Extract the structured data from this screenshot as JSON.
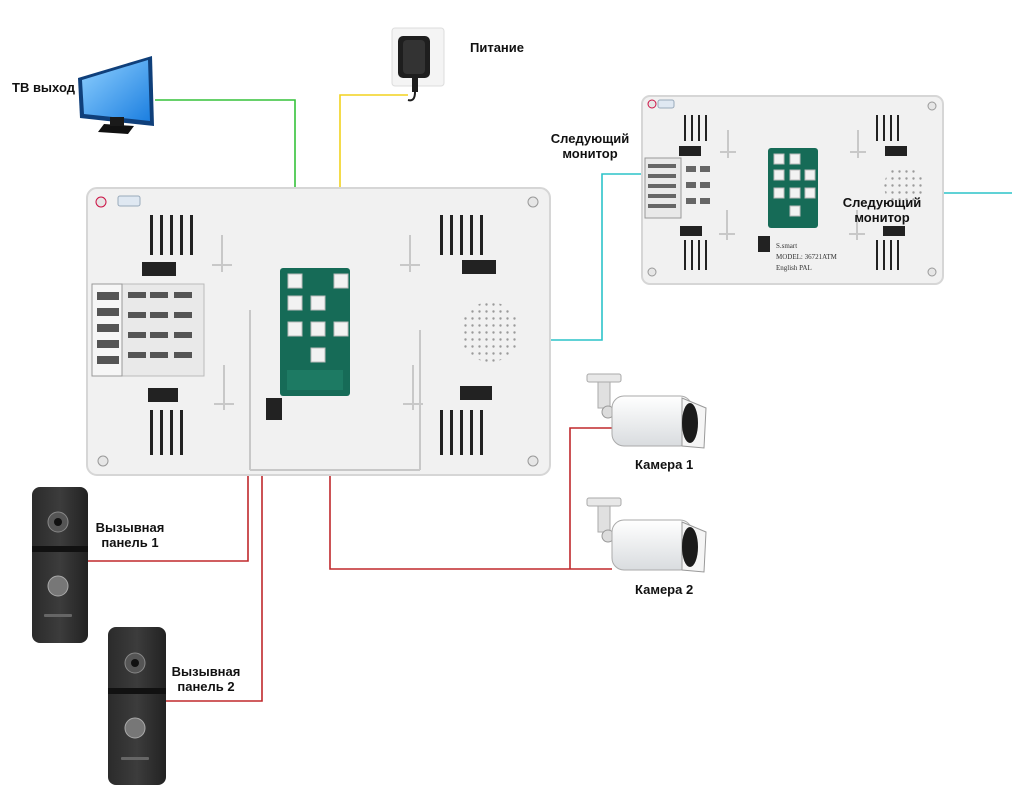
{
  "labels": {
    "tv_output": "ТВ выход",
    "power": "Питание",
    "next_monitor_left": {
      "line1": "Следующий",
      "line2": "монитор"
    },
    "next_monitor_right": {
      "line1": "Следующий",
      "line2": "монитор"
    },
    "camera1": "Камера 1",
    "camera2": "Камера 2",
    "call_panel1": {
      "line1": "Вызывная",
      "line2": "панель 1"
    },
    "call_panel2": {
      "line1": "Вызывная",
      "line2": "панель 2"
    }
  },
  "second_monitor_sticker": {
    "brand": "S.smart",
    "model": "MODEL: 36721ATM",
    "standard": "English PAL"
  },
  "wire_colors": {
    "tv": "#35c23a",
    "power": "#f2d21e",
    "next_monitor": "#2cc3c9",
    "video": "#c0282c"
  },
  "icons": [
    "tv-icon",
    "power-adapter-icon",
    "monitor-back",
    "camera-icon",
    "call-panel-icon"
  ]
}
